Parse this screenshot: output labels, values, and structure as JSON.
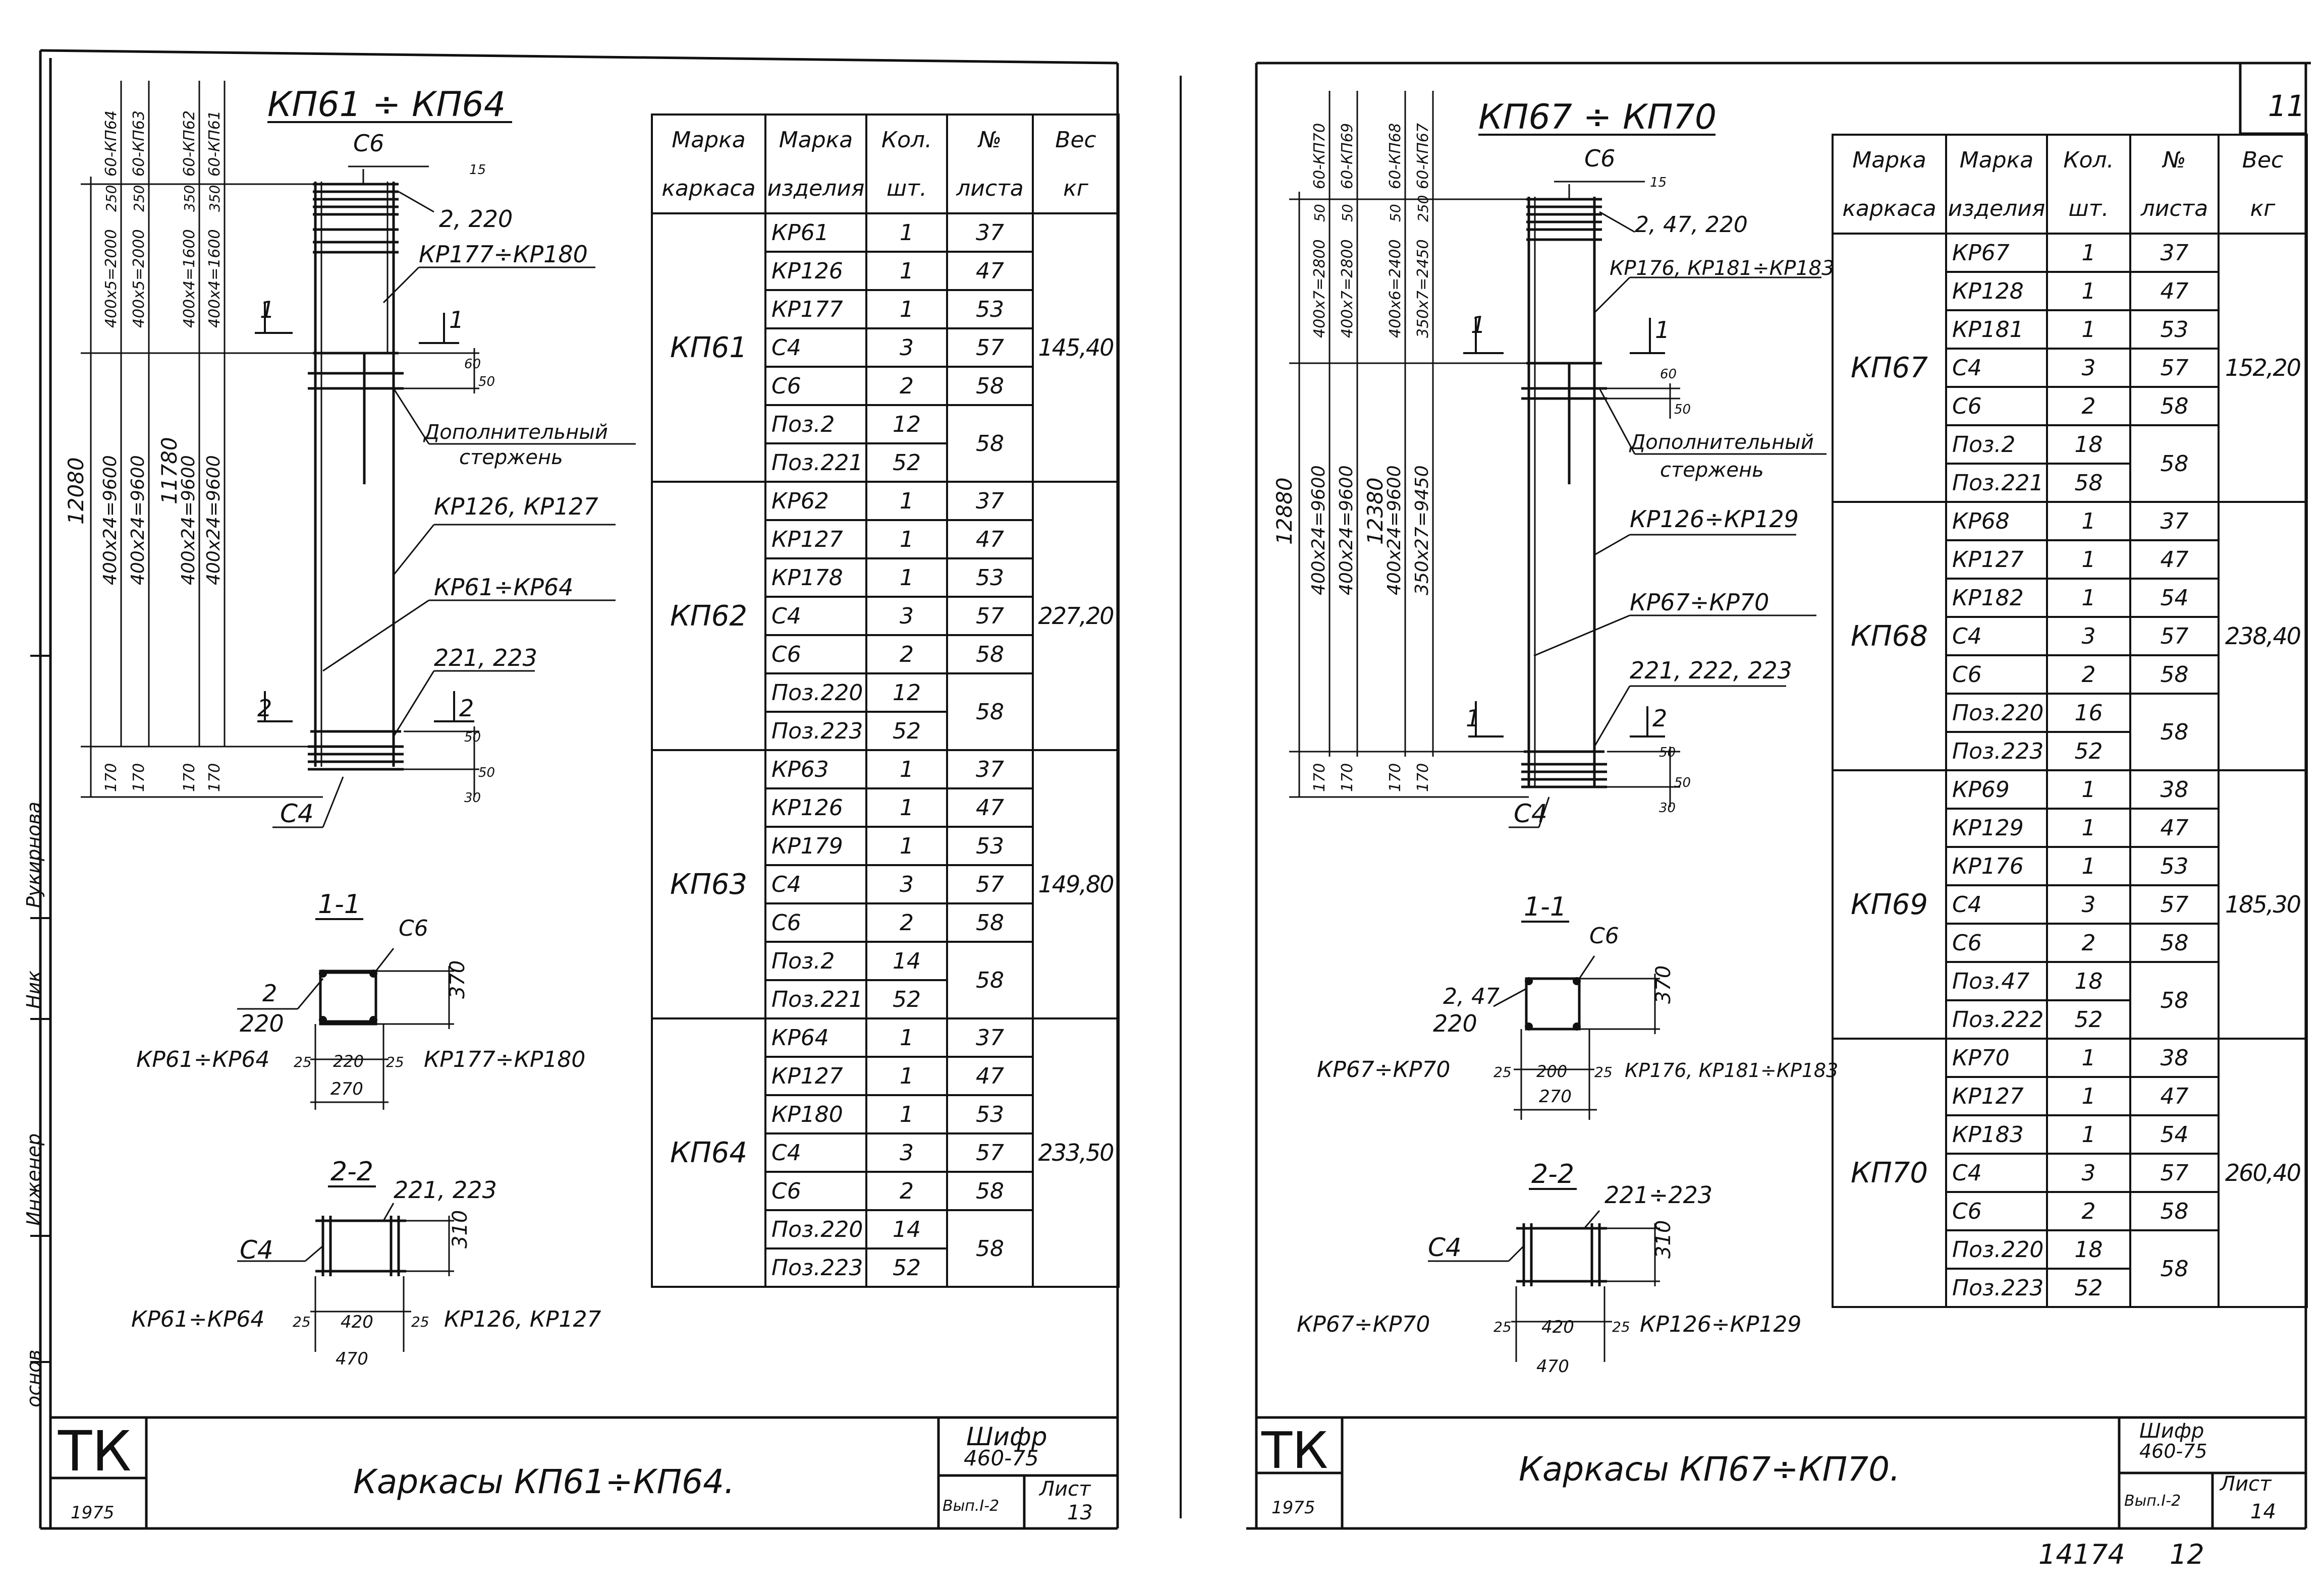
{
  "left": {
    "title": "КП61 ÷ КП64",
    "labels": {
      "c6": "С6",
      "pos": "2, 220",
      "kr177": "КР177÷КР180",
      "cut1": "1",
      "cut2": "2",
      "extra1": "Дополнительный",
      "extra2": "стержень",
      "kr126": "КР126, КР127",
      "kr61": "КР61÷КР64",
      "p221": "221, 223",
      "c4": "С4",
      "d60": "60",
      "d50a": "50",
      "d50b": "50",
      "d50c": "50",
      "d30": "30",
      "d15": "15"
    },
    "dims": {
      "h12080": "12080",
      "h11780": "11780",
      "d1": "400х24=9600",
      "d2": "400х24=9600",
      "d3": "400х24=9600",
      "d4": "400х24=9600",
      "t1": "400х5=2000",
      "t2": "400х5=2000",
      "t3": "400х4=1600",
      "t4": "400х4=1600",
      "s1": "250",
      "s2": "250",
      "s3": "350",
      "s4": "350",
      "b1": "170",
      "b2": "170",
      "b3": "170",
      "b4": "170",
      "top1": "60-КП64",
      "top2": "60-КП63",
      "top3": "60-КП62",
      "top4": "60-КП61"
    },
    "section11": {
      "title": "1-1",
      "c6": "С6",
      "p2": "2",
      "p220": "220",
      "h": "370",
      "kr_l": "КР61÷КР64",
      "kr_r": "КР177÷КР180",
      "a": "25",
      "b": "220",
      "c": "25",
      "w": "270"
    },
    "section22": {
      "title": "2-2",
      "p": "221, 223",
      "c4": "С4",
      "h": "310",
      "kr_l": "КР61÷КР64",
      "kr_r": "КР126, КР127",
      "a": "25",
      "b": "420",
      "c": "25",
      "w": "470"
    },
    "table": {
      "headers": [
        [
          "Марка",
          "каркаса"
        ],
        [
          "Марка",
          "изделия"
        ],
        [
          "Кол.",
          "шт."
        ],
        [
          "№",
          "листа"
        ],
        [
          "Вес",
          "кг"
        ]
      ],
      "groups": [
        {
          "mark": "КП61",
          "weight": "145,40",
          "rows": [
            {
              "item": "КР61",
              "qty": "1",
              "sheet": "37"
            },
            {
              "item": "КР126",
              "qty": "1",
              "sheet": "47"
            },
            {
              "item": "КР177",
              "qty": "1",
              "sheet": "53"
            },
            {
              "item": "С4",
              "qty": "3",
              "sheet": "57"
            },
            {
              "item": "С6",
              "qty": "2",
              "sheet": "58"
            },
            {
              "item": "Поз.2",
              "qty": "12",
              "sheet": "58"
            },
            {
              "item": "Поз.221",
              "qty": "52",
              "sheet": ""
            }
          ]
        },
        {
          "mark": "КП62",
          "weight": "227,20",
          "rows": [
            {
              "item": "КР62",
              "qty": "1",
              "sheet": "37"
            },
            {
              "item": "КР127",
              "qty": "1",
              "sheet": "47"
            },
            {
              "item": "КР178",
              "qty": "1",
              "sheet": "53"
            },
            {
              "item": "С4",
              "qty": "3",
              "sheet": "57"
            },
            {
              "item": "С6",
              "qty": "2",
              "sheet": "58"
            },
            {
              "item": "Поз.220",
              "qty": "12",
              "sheet": "58"
            },
            {
              "item": "Поз.223",
              "qty": "52",
              "sheet": ""
            }
          ]
        },
        {
          "mark": "КП63",
          "weight": "149,80",
          "rows": [
            {
              "item": "КР63",
              "qty": "1",
              "sheet": "37"
            },
            {
              "item": "КР126",
              "qty": "1",
              "sheet": "47"
            },
            {
              "item": "КР179",
              "qty": "1",
              "sheet": "53"
            },
            {
              "item": "С4",
              "qty": "3",
              "sheet": "57"
            },
            {
              "item": "С6",
              "qty": "2",
              "sheet": "58"
            },
            {
              "item": "Поз.2",
              "qty": "14",
              "sheet": "58"
            },
            {
              "item": "Поз.221",
              "qty": "52",
              "sheet": ""
            }
          ]
        },
        {
          "mark": "КП64",
          "weight": "233,50",
          "rows": [
            {
              "item": "КР64",
              "qty": "1",
              "sheet": "37"
            },
            {
              "item": "КР127",
              "qty": "1",
              "sheet": "47"
            },
            {
              "item": "КР180",
              "qty": "1",
              "sheet": "53"
            },
            {
              "item": "С4",
              "qty": "3",
              "sheet": "57"
            },
            {
              "item": "С6",
              "qty": "2",
              "sheet": "58"
            },
            {
              "item": "Поз.220",
              "qty": "14",
              "sheet": "58"
            },
            {
              "item": "Поз.223",
              "qty": "52",
              "sheet": ""
            }
          ]
        }
      ]
    },
    "stamp": {
      "org": "ТК",
      "year": "1975",
      "title": "Каркасы КП61÷КП64.",
      "cipher": "Шифр",
      "code": "460-75",
      "issue": "Вып.I-2",
      "sheet_label": "Лист",
      "sheet_no": "13"
    }
  },
  "right": {
    "title": "КП67 ÷ КП70",
    "page_no": "11",
    "labels": {
      "c6": "С6",
      "pos": "2, 47, 220",
      "kr176": "КР176, КР181÷КР183",
      "cut1": "1",
      "cut2": "2",
      "extra1": "Дополнительный",
      "extra2": "стержень",
      "kr126": "КР126÷КР129",
      "kr67": "КР67÷КР70",
      "p221": "221, 222, 223",
      "c4": "С4",
      "d60": "60",
      "d50a": "50",
      "d50b": "50",
      "d50c": "50",
      "d30": "30",
      "d15": "15"
    },
    "dims": {
      "h12880": "12880",
      "h12380": "12380",
      "d1": "400х24=9600",
      "d2": "400х24=9600",
      "d3": "400х24=9600",
      "d4": "350х27=9450",
      "t1": "400х7=2800",
      "t2": "400х7=2800",
      "t3": "400х6=2400",
      "t4": "350х7=2450",
      "s1": "50",
      "s2": "50",
      "s3": "50",
      "s4": "250",
      "b1": "170",
      "b2": "170",
      "b3": "170",
      "b4": "170",
      "top1": "60-КП70",
      "top2": "60-КП69",
      "top3": "60-КП68",
      "top4": "60-КП67"
    },
    "section11": {
      "title": "1-1",
      "c6": "С6",
      "p2": "2, 47",
      "p220": "220",
      "h": "370",
      "kr_l": "КР67÷КР70",
      "kr_r": "КР176, КР181÷КР183",
      "a": "25",
      "b": "200",
      "c": "25",
      "w": "270"
    },
    "section22": {
      "title": "2-2",
      "p": "221÷223",
      "c4": "С4",
      "h": "310",
      "kr_l": "КР67÷КР70",
      "kr_r": "КР126÷КР129",
      "a": "25",
      "b": "420",
      "c": "25",
      "w": "470"
    },
    "table": {
      "headers": [
        [
          "Марка",
          "каркаса"
        ],
        [
          "Марка",
          "изделия"
        ],
        [
          "Кол.",
          "шт."
        ],
        [
          "№",
          "листа"
        ],
        [
          "Вес",
          "кг"
        ]
      ],
      "groups": [
        {
          "mark": "КП67",
          "weight": "152,20",
          "rows": [
            {
              "item": "КР67",
              "qty": "1",
              "sheet": "37"
            },
            {
              "item": "КР128",
              "qty": "1",
              "sheet": "47"
            },
            {
              "item": "КР181",
              "qty": "1",
              "sheet": "53"
            },
            {
              "item": "С4",
              "qty": "3",
              "sheet": "57"
            },
            {
              "item": "С6",
              "qty": "2",
              "sheet": "58"
            },
            {
              "item": "Поз.2",
              "qty": "18",
              "sheet": "58"
            },
            {
              "item": "Поз.221",
              "qty": "58",
              "sheet": ""
            }
          ]
        },
        {
          "mark": "КП68",
          "weight": "238,40",
          "rows": [
            {
              "item": "КР68",
              "qty": "1",
              "sheet": "37"
            },
            {
              "item": "КР127",
              "qty": "1",
              "sheet": "47"
            },
            {
              "item": "КР182",
              "qty": "1",
              "sheet": "54"
            },
            {
              "item": "С4",
              "qty": "3",
              "sheet": "57"
            },
            {
              "item": "С6",
              "qty": "2",
              "sheet": "58"
            },
            {
              "item": "Поз.220",
              "qty": "16",
              "sheet": "58"
            },
            {
              "item": "Поз.223",
              "qty": "52",
              "sheet": ""
            }
          ]
        },
        {
          "mark": "КП69",
          "weight": "185,30",
          "rows": [
            {
              "item": "КР69",
              "qty": "1",
              "sheet": "38"
            },
            {
              "item": "КР129",
              "qty": "1",
              "sheet": "47"
            },
            {
              "item": "КР176",
              "qty": "1",
              "sheet": "53"
            },
            {
              "item": "С4",
              "qty": "3",
              "sheet": "57"
            },
            {
              "item": "С6",
              "qty": "2",
              "sheet": "58"
            },
            {
              "item": "Поз.47",
              "qty": "18",
              "sheet": "58"
            },
            {
              "item": "Поз.222",
              "qty": "52",
              "sheet": ""
            }
          ]
        },
        {
          "mark": "КП70",
          "weight": "260,40",
          "rows": [
            {
              "item": "КР70",
              "qty": "1",
              "sheet": "38"
            },
            {
              "item": "КР127",
              "qty": "1",
              "sheet": "47"
            },
            {
              "item": "КР183",
              "qty": "1",
              "sheet": "54"
            },
            {
              "item": "С4",
              "qty": "3",
              "sheet": "57"
            },
            {
              "item": "С6",
              "qty": "2",
              "sheet": "58"
            },
            {
              "item": "Поз.220",
              "qty": "18",
              "sheet": "58"
            },
            {
              "item": "Поз.223",
              "qty": "52",
              "sheet": ""
            }
          ]
        }
      ]
    },
    "stamp": {
      "org": "ТК",
      "year": "1975",
      "title": "Каркасы КП67÷КП70.",
      "cipher": "Шифр",
      "code": "460-75",
      "issue": "Вып.I-2",
      "sheet_label": "Лист",
      "sheet_no": "14"
    }
  },
  "margin_text": {
    "a": "основ",
    "b": "Инженер",
    "c": "Ник",
    "d": "Рукирнова"
  },
  "footer": {
    "archive": "14174",
    "page": "12"
  }
}
